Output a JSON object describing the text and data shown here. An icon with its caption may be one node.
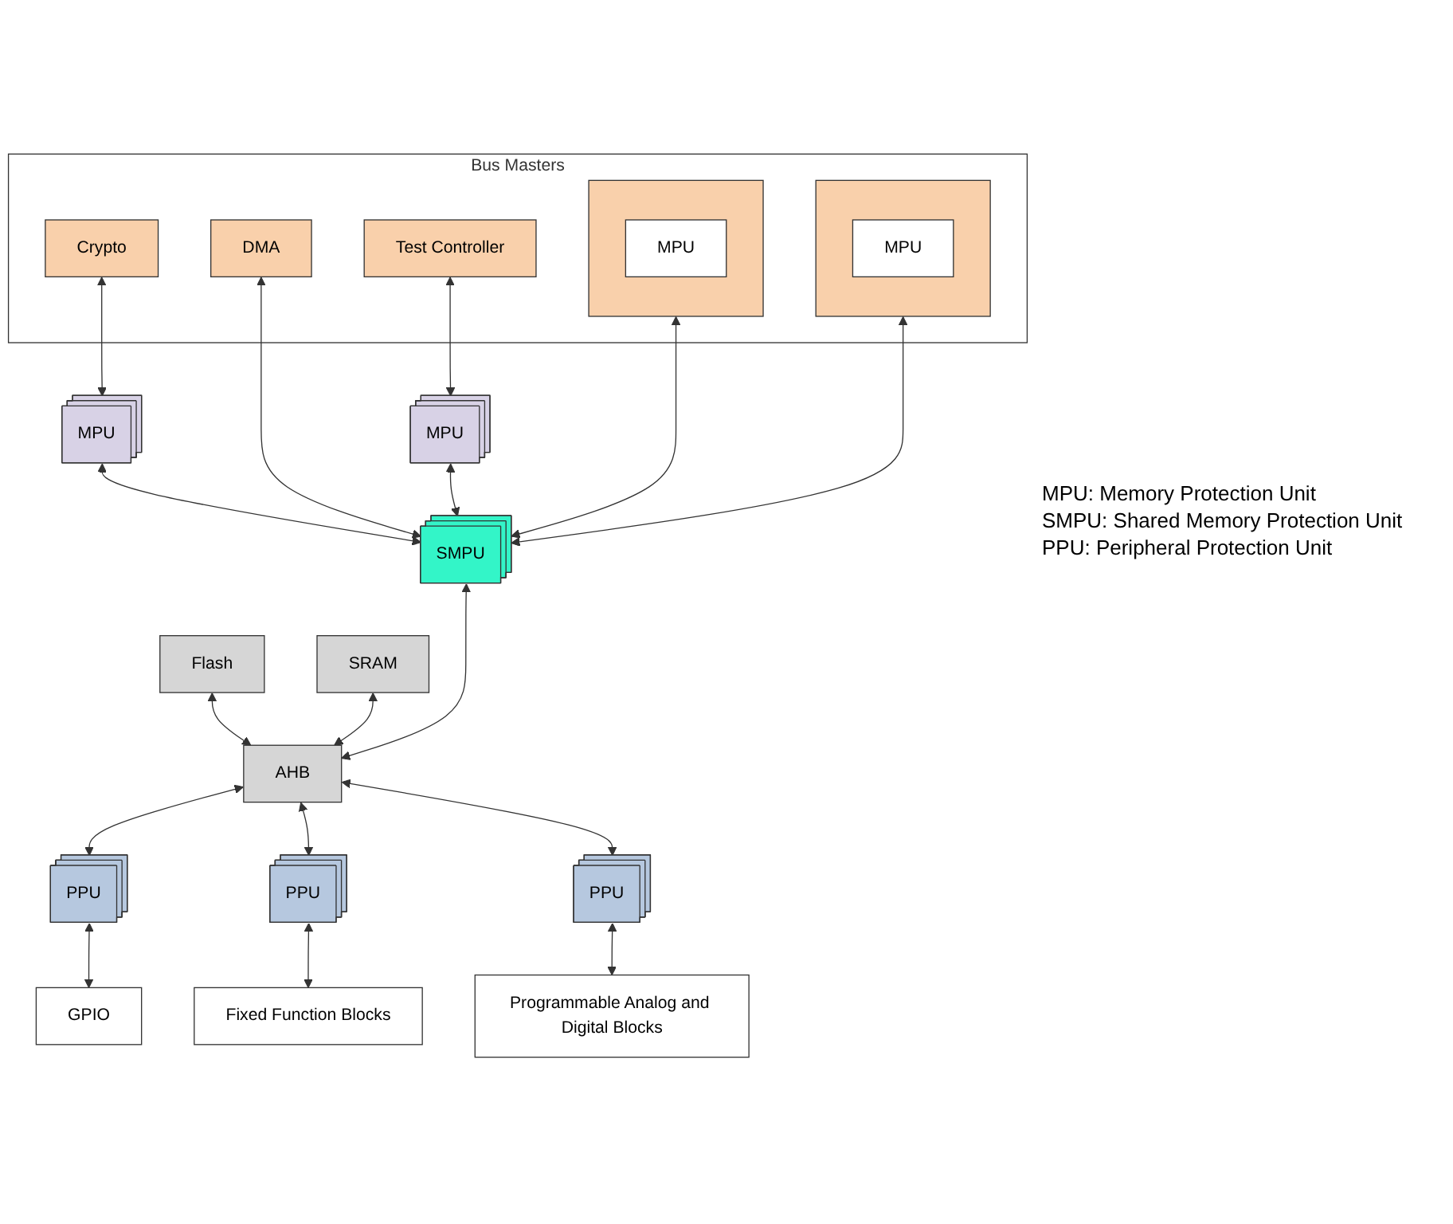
{
  "diagram": {
    "nodes": [
      {
        "text": [
          "Bus Masters"
        ]
      },
      {
        "text": [],
        "shape": "box",
        "in": 0
      },
      {
        "text": [
          "MPU"
        ],
        "in": 1
      },
      {
        "text": [],
        "shape": "box",
        "in": 0
      },
      {
        "text": [
          "MPU"
        ],
        "in": 3
      },
      {
        "text": [
          "Crypto"
        ],
        "in": 0
      },
      {
        "text": [
          "DMA"
        ],
        "in": 0
      },
      {
        "text": [
          "Test Controller"
        ],
        "in": 0
      },
      {
        "text": [
          "MPU"
        ]
      },
      {
        "text": [
          "MPU"
        ]
      },
      {
        "text": [
          "Flash"
        ]
      },
      {
        "text": [
          "SRAM"
        ]
      },
      {
        "text": [
          "SMPU"
        ]
      },
      {
        "text": [
          "AHB"
        ]
      },
      {
        "text": [
          "PPU"
        ]
      },
      {
        "text": [
          "PPU"
        ]
      },
      {
        "text": [
          "PPU"
        ]
      },
      {
        "text": [
          "GPIO"
        ]
      },
      {
        "text": [
          "Fixed Function Blocks"
        ]
      },
      {
        "text": [
          "Programmable Analog and Digital Blocks"
        ]
      }
    ],
    "edges": [
      {
        "from": 1,
        "to": 12,
        "arrow": "both"
      },
      {
        "from": 3,
        "to": 12,
        "arrow": "both"
      },
      {
        "from": 5,
        "to": 8,
        "arrow": "both"
      },
      {
        "from": 8,
        "to": 12,
        "arrow": "both"
      },
      {
        "from": 6,
        "to": 12,
        "arrow": "both"
      },
      {
        "from": 7,
        "to": 9,
        "arrow": "both"
      },
      {
        "from": 9,
        "to": 12,
        "arrow": "both"
      },
      {
        "from": 10,
        "to": 13,
        "arrow": "both"
      },
      {
        "from": 11,
        "to": 13,
        "arrow": "both"
      },
      {
        "from": 12,
        "to": 13,
        "arrow": "both"
      },
      {
        "from": 13,
        "to": 14,
        "arrow": "both"
      },
      {
        "from": 13,
        "to": 15,
        "arrow": "both"
      },
      {
        "from": 13,
        "to": 16,
        "arrow": "both"
      },
      {
        "from": 14,
        "to": 17,
        "arrow": "both"
      },
      {
        "from": 15,
        "to": 18,
        "arrow": "both"
      },
      {
        "from": 16,
        "to": 19,
        "arrow": "both"
      }
    ],
    "labels": [
      "MPU:  Memory Protection Unit",
      "SMPU: Shared Memory Protection Unit",
      "PPU: Peripheral Protection Unit"
    ]
  }
}
